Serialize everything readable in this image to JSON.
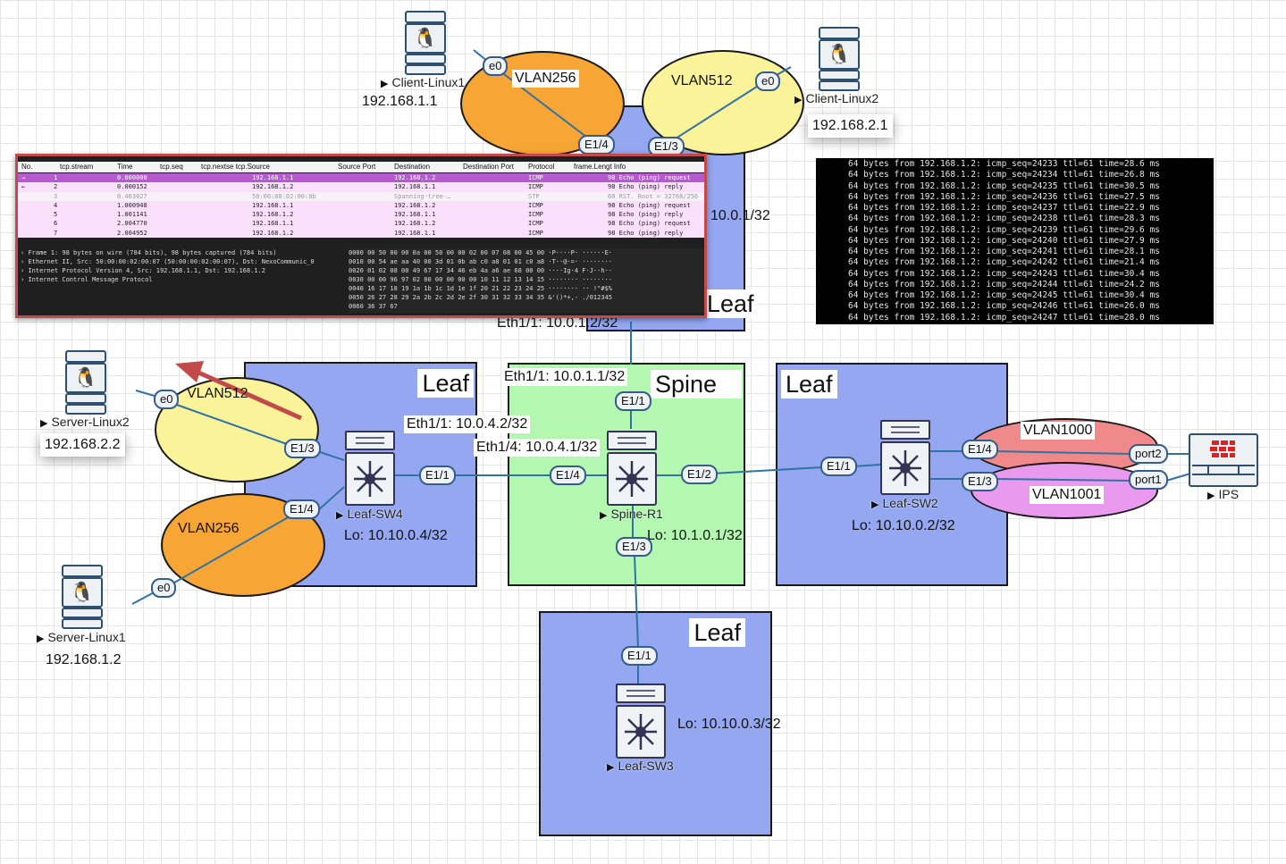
{
  "diagram": {
    "boxes": {
      "leaf_top_title": "Leaf",
      "leaf_sw4_title": "Leaf",
      "spine_title": "Spine",
      "leaf_sw2_title": "Leaf",
      "leaf_sw3_title": "Leaf"
    },
    "vlans": {
      "client_vlan256": "VLAN256",
      "client_vlan512": "VLAN512",
      "server_vlan512": "VLAN512",
      "server_vlan256": "VLAN256",
      "vlan1000": "VLAN1000",
      "vlan1001": "VLAN1001"
    },
    "nodes": {
      "client_linux1": {
        "name": "Client-Linux1",
        "ip": "192.168.1.1"
      },
      "client_linux2": {
        "name": "Client-Linux2",
        "ip": "192.168.2.1"
      },
      "server_linux2": {
        "name": "Server-Linux2",
        "ip": "192.168.2.2"
      },
      "server_linux1": {
        "name": "Server-Linux1",
        "ip": "192.168.1.2"
      },
      "leaf_sw4": {
        "name": "Leaf-SW4",
        "lo": "Lo: 10.10.0.4/32"
      },
      "spine_r1": {
        "name": "Spine-R1",
        "lo": "Lo: 10.1.0.1/32"
      },
      "leaf_sw2": {
        "name": "Leaf-SW2",
        "lo": "Lo: 10.10.0.2/32"
      },
      "leaf_sw3": {
        "name": "Leaf-SW3",
        "lo": "Lo: 10.10.0.3/32"
      },
      "ips": {
        "name": "IPS"
      }
    },
    "ports": {
      "cl1_e0": "e0",
      "cl2_e0": "e0",
      "top_e14": "E1/4",
      "top_e13": "E1/3",
      "sl2_e0": "e0",
      "sl1_e0": "e0",
      "sw4_e13": "E1/3",
      "sw4_e14": "E1/4",
      "sw4_e11": "E1/1",
      "spine_e11": "E1/1",
      "spine_e14": "E1/4",
      "spine_e12": "E1/2",
      "spine_e13": "E1/3",
      "sw2_e11": "E1/1",
      "sw2_e14": "E1/4",
      "sw2_e13": "E1/3",
      "ips_port2": "port2",
      "ips_port1": "port1",
      "sw3_e11": "E1/1"
    },
    "link_labels": {
      "top_lo_partial": "10.0.1/32",
      "top_eth": "Eth1/1: 10.0.1.2/32",
      "spine_eth11": "Eth1/1: 10.0.1.1/32",
      "sw4_eth11": "Eth1/1: 10.0.4.2/32",
      "spine_eth14": "Eth1/4: 10.0.4.1/32"
    }
  },
  "wireshark": {
    "columns": [
      "No.",
      "tcp.stream",
      "Time",
      "tcp.seq",
      "tcp.nextse tcp.Source",
      "Source Port",
      "Destination",
      "Destination Port",
      "Protocol",
      "frame.Lengt Info"
    ],
    "rows": [
      {
        "mark": "→",
        "no": "1",
        "time": "0.000000",
        "src": "192.168.1.1",
        "dst": "192.168.1.2",
        "proto": "ICMP",
        "info": "98 Echo (ping) request"
      },
      {
        "mark": "←",
        "no": "2",
        "time": "0.000152",
        "src": "192.168.1.2",
        "dst": "192.168.1.1",
        "proto": "ICMP",
        "info": "98 Echo (ping) reply"
      },
      {
        "mark": "",
        "no": "3",
        "time": "0.463027",
        "src": "50:00:00:02:00:0b",
        "dst": "Spanning-tree-…",
        "proto": "STP",
        "info": "60 RST. Root = 32768/256"
      },
      {
        "mark": "",
        "no": "4",
        "time": "1.000948",
        "src": "192.168.1.1",
        "dst": "192.168.1.2",
        "proto": "ICMP",
        "info": "98 Echo (ping) request"
      },
      {
        "mark": "",
        "no": "5",
        "time": "1.001141",
        "src": "192.168.1.2",
        "dst": "192.168.1.1",
        "proto": "ICMP",
        "info": "98 Echo (ping) reply"
      },
      {
        "mark": "",
        "no": "6",
        "time": "2.004770",
        "src": "192.168.1.1",
        "dst": "192.168.1.2",
        "proto": "ICMP",
        "info": "98 Echo (ping) request"
      },
      {
        "mark": "",
        "no": "7",
        "time": "2.004952",
        "src": "192.168.1.2",
        "dst": "192.168.1.1",
        "proto": "ICMP",
        "info": "98 Echo (ping) reply"
      }
    ],
    "details": [
      "Frame 1: 98 bytes on wire (784 bits), 98 bytes captured (784 bits)",
      "Ethernet II, Src: 50:00:00:02:00:07 (50:00:00:02:00:07), Dst: NexoCommunic_0",
      "Internet Protocol Version 4, Src: 192.168.1.1, Dst: 192.168.1.2",
      "Internet Control Message Protocol"
    ],
    "hex": [
      "0000  00 50 00 00 0a 00 50 00  00 02 00 07 08 00 45 00   ·P····P· ······E·",
      "0010  00 54 ae aa 40 00 3d 01  0b ab c0 a8 01 01 c0 a8   ·T··@·=· ········",
      "0020  01 02 08 00 49 67 17 34  46 eb 4a a6 ae 68 00 00   ····Ig·4 F·J··h··",
      "0030  00 00 96 97 02 00 00 00  00 00 10 11 12 13 14 15   ········ ········",
      "0040  16 17 18 19 1a 1b 1c 1d  1e 1f 20 21 22 23 24 25   ········ ·· !\"#$%",
      "0050  26 27 28 29 2a 2b 2c 2d  2e 2f 30 31 32 33 34 35   &'()*+,- ./012345",
      "0060  36 37                                               67"
    ]
  },
  "terminal": {
    "lines": [
      "64 bytes from 192.168.1.2: icmp_seq=24233 ttl=61 time=28.6 ms",
      "64 bytes from 192.168.1.2: icmp_seq=24234 ttl=61 time=26.8 ms",
      "64 bytes from 192.168.1.2: icmp_seq=24235 ttl=61 time=30.5 ms",
      "64 bytes from 192.168.1.2: icmp_seq=24236 ttl=61 time=27.5 ms",
      "64 bytes from 192.168.1.2: icmp_seq=24237 ttl=61 time=22.9 ms",
      "64 bytes from 192.168.1.2: icmp_seq=24238 ttl=61 time=28.3 ms",
      "64 bytes from 192.168.1.2: icmp_seq=24239 ttl=61 time=29.6 ms",
      "64 bytes from 192.168.1.2: icmp_seq=24240 ttl=61 time=27.9 ms",
      "64 bytes from 192.168.1.2: icmp_seq=24241 ttl=61 time=28.1 ms",
      "64 bytes from 192.168.1.2: icmp_seq=24242 ttl=61 time=21.4 ms",
      "64 bytes from 192.168.1.2: icmp_seq=24243 ttl=61 time=30.4 ms",
      "64 bytes from 192.168.1.2: icmp_seq=24244 ttl=61 time=24.2 ms",
      "64 bytes from 192.168.1.2: icmp_seq=24245 ttl=61 time=30.4 ms",
      "64 bytes from 192.168.1.2: icmp_seq=24246 ttl=61 time=26.0 ms",
      "64 bytes from 192.168.1.2: icmp_seq=24247 ttl=61 time=28.0 ms"
    ]
  },
  "colors": {
    "leaf": "#94a7f0",
    "spine": "#b4f7b0",
    "vlan_yellow": "#fbf39a",
    "vlan_orange": "#f7a535",
    "vlan_salmon": "#f08a8a",
    "vlan_violet": "#e99aef",
    "link": "#2f73a6",
    "arrow": "#c24a4a",
    "firewall": "#e02020"
  },
  "icons": {
    "linux": "tux-icon",
    "switch": "nexus-switch-icon",
    "firewall": "firewall-icon",
    "arrow": "red-arrow-annotation"
  }
}
